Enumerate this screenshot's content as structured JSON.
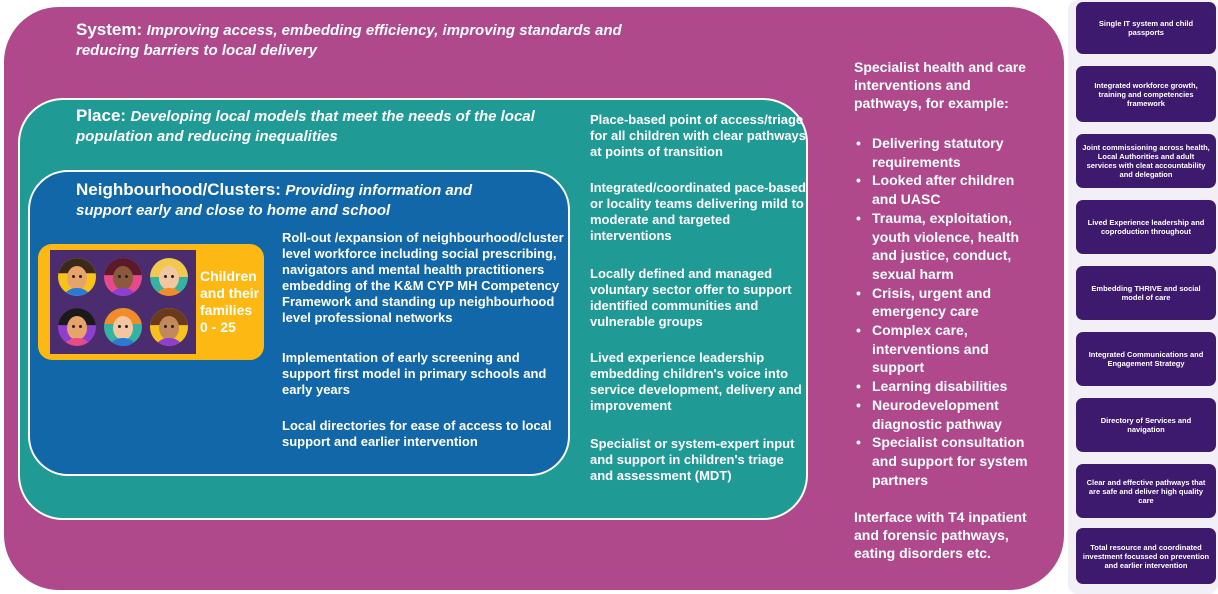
{
  "system": {
    "title_key": "System:",
    "title_rest": "Improving access, embedding efficiency, improving standards and reducing barriers to local delivery"
  },
  "place": {
    "title_key": "Place:",
    "title_rest": "Developing local models that meet the needs of the local population and  reducing inequalities"
  },
  "neighbourhood": {
    "title_key": "Neighbourhood/Clusters:",
    "title_rest": "Providing information and support early and close to home and school",
    "items": [
      "Roll-out /expansion of neighbourhood/cluster level workforce  including social prescribing, navigators and mental health practitioners embedding of the K&M CYP MH Competency Framework and standing up neighbourhood level professional networks",
      "Implementation of early screening and support first model in primary schools and early years",
      "Local directories for ease of access to local support and earlier intervention"
    ]
  },
  "children": {
    "label_line1": "Children",
    "label_line2": "and their",
    "label_line3": "families",
    "label_line4": "0 - 25"
  },
  "place_items": [
    "Place-based point of access/triage for all children with clear pathways at points of transition",
    "Integrated/coordinated pace-based or locality teams delivering mild to moderate and targeted interventions",
    "Locally defined and managed voluntary sector offer to support identified communities and vulnerable groups",
    "Lived experience leadership embedding children's voice into service development, delivery and improvement",
    "Specialist or system-expert input and support in children's triage and assessment (MDT)"
  ],
  "specialist": {
    "heading": "Specialist health and care interventions and pathways, for example:",
    "bullets": [
      "Delivering statutory requirements",
      "Looked after children and UASC",
      "Trauma, exploitation, youth violence, health and justice, conduct, sexual harm",
      "Crisis, urgent and emergency care",
      "Complex care, interventions and support",
      "Learning disabilities",
      "Neurodevelopment diagnostic pathway",
      "Specialist consultation and support for system partners"
    ],
    "footer": "Interface with T4 inpatient and forensic pathways, eating disorders etc."
  },
  "sidebar_cards": [
    "Single IT system and child passports",
    "Integrated workforce growth, training  and competencies framework",
    "Joint commissioning across health, Local Authorities and adult services with cleat accountability and delegation",
    "Lived Experience leadership and coproduction throughout",
    "Embedding THRIVE and social model of care",
    "Integrated Communications and Engagement Strategy",
    "Directory of Services and navigation",
    "Clear and effective pathways that are safe and deliver high quality care",
    "Total resource and coordinated investment focussed on prevention and earlier intervention"
  ],
  "colors": {
    "system": "#b0498c",
    "place": "#1f9a95",
    "neighbourhood": "#1267a8",
    "children_panel": "#fdb813",
    "card": "#3d1a6e"
  }
}
